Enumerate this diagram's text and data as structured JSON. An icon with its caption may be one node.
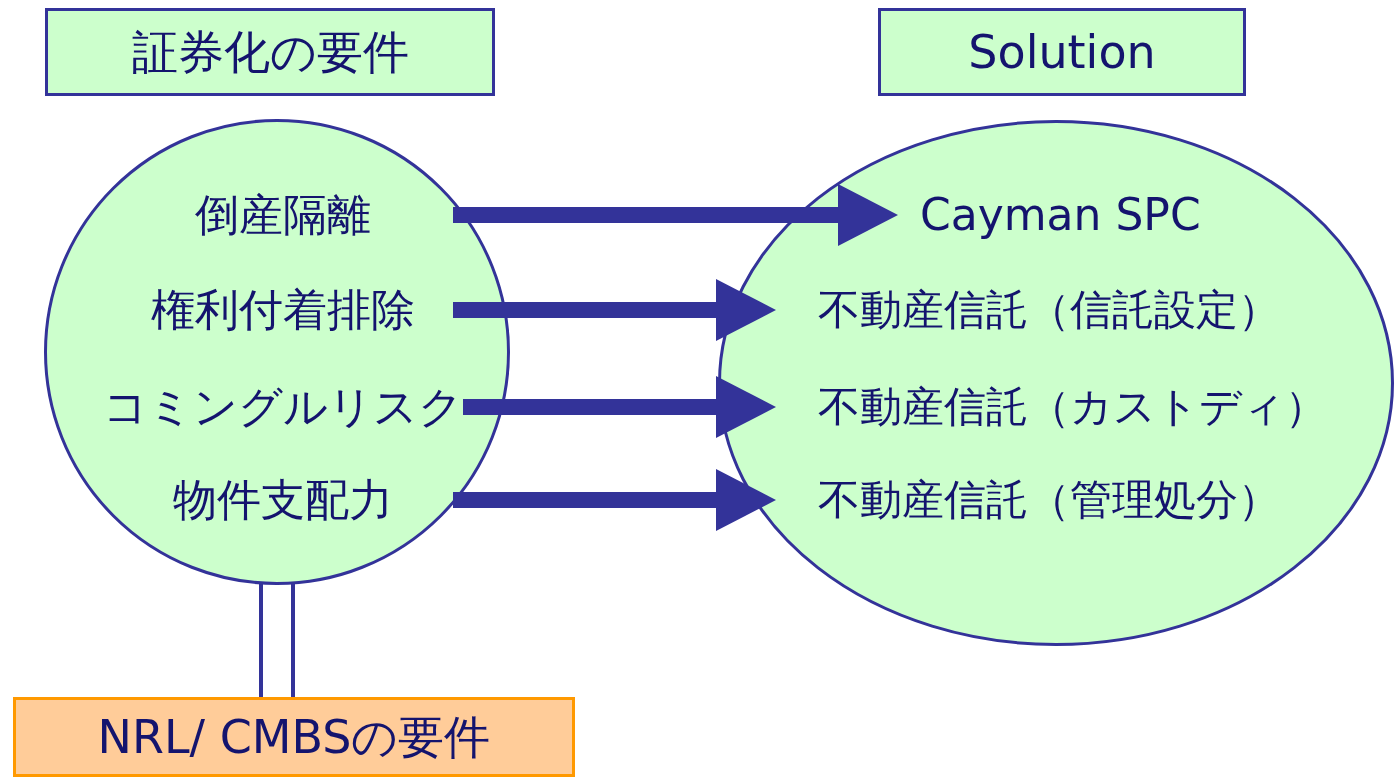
{
  "diagram": {
    "nodes": [
      {
        "text": [
          "証券化の要件"
        ]
      },
      {
        "text": [
          "Solution"
        ]
      },
      {
        "text": [],
        "shape": "circle"
      },
      {
        "text": [
          "倒産隔離"
        ],
        "in": 2
      },
      {
        "text": [
          "権利付着排除"
        ],
        "in": 2
      },
      {
        "text": [
          "コミングルリスク"
        ],
        "in": 2
      },
      {
        "text": [
          "物件支配力"
        ],
        "in": 2
      },
      {
        "text": [],
        "shape": "ellipse"
      },
      {
        "text": [
          "Cayman SPC"
        ],
        "in": 7
      },
      {
        "text": [
          "不動産信託（信託設定）"
        ],
        "in": 7
      },
      {
        "text": [
          "不動産信託（カストディ）"
        ],
        "in": 7
      },
      {
        "text": [
          "不動産信託（管理処分）"
        ],
        "in": 7
      },
      {
        "text": [
          "NRL/ CMBSの要件"
        ]
      }
    ],
    "edges": [
      {
        "from": 3,
        "to": 8,
        "arrow": "to"
      },
      {
        "from": 4,
        "to": 9,
        "arrow": "to"
      },
      {
        "from": 5,
        "to": 10,
        "arrow": "to"
      },
      {
        "from": 6,
        "to": 11,
        "arrow": "to"
      },
      {
        "from": 2,
        "to": 12,
        "arrow": "none"
      }
    ]
  }
}
